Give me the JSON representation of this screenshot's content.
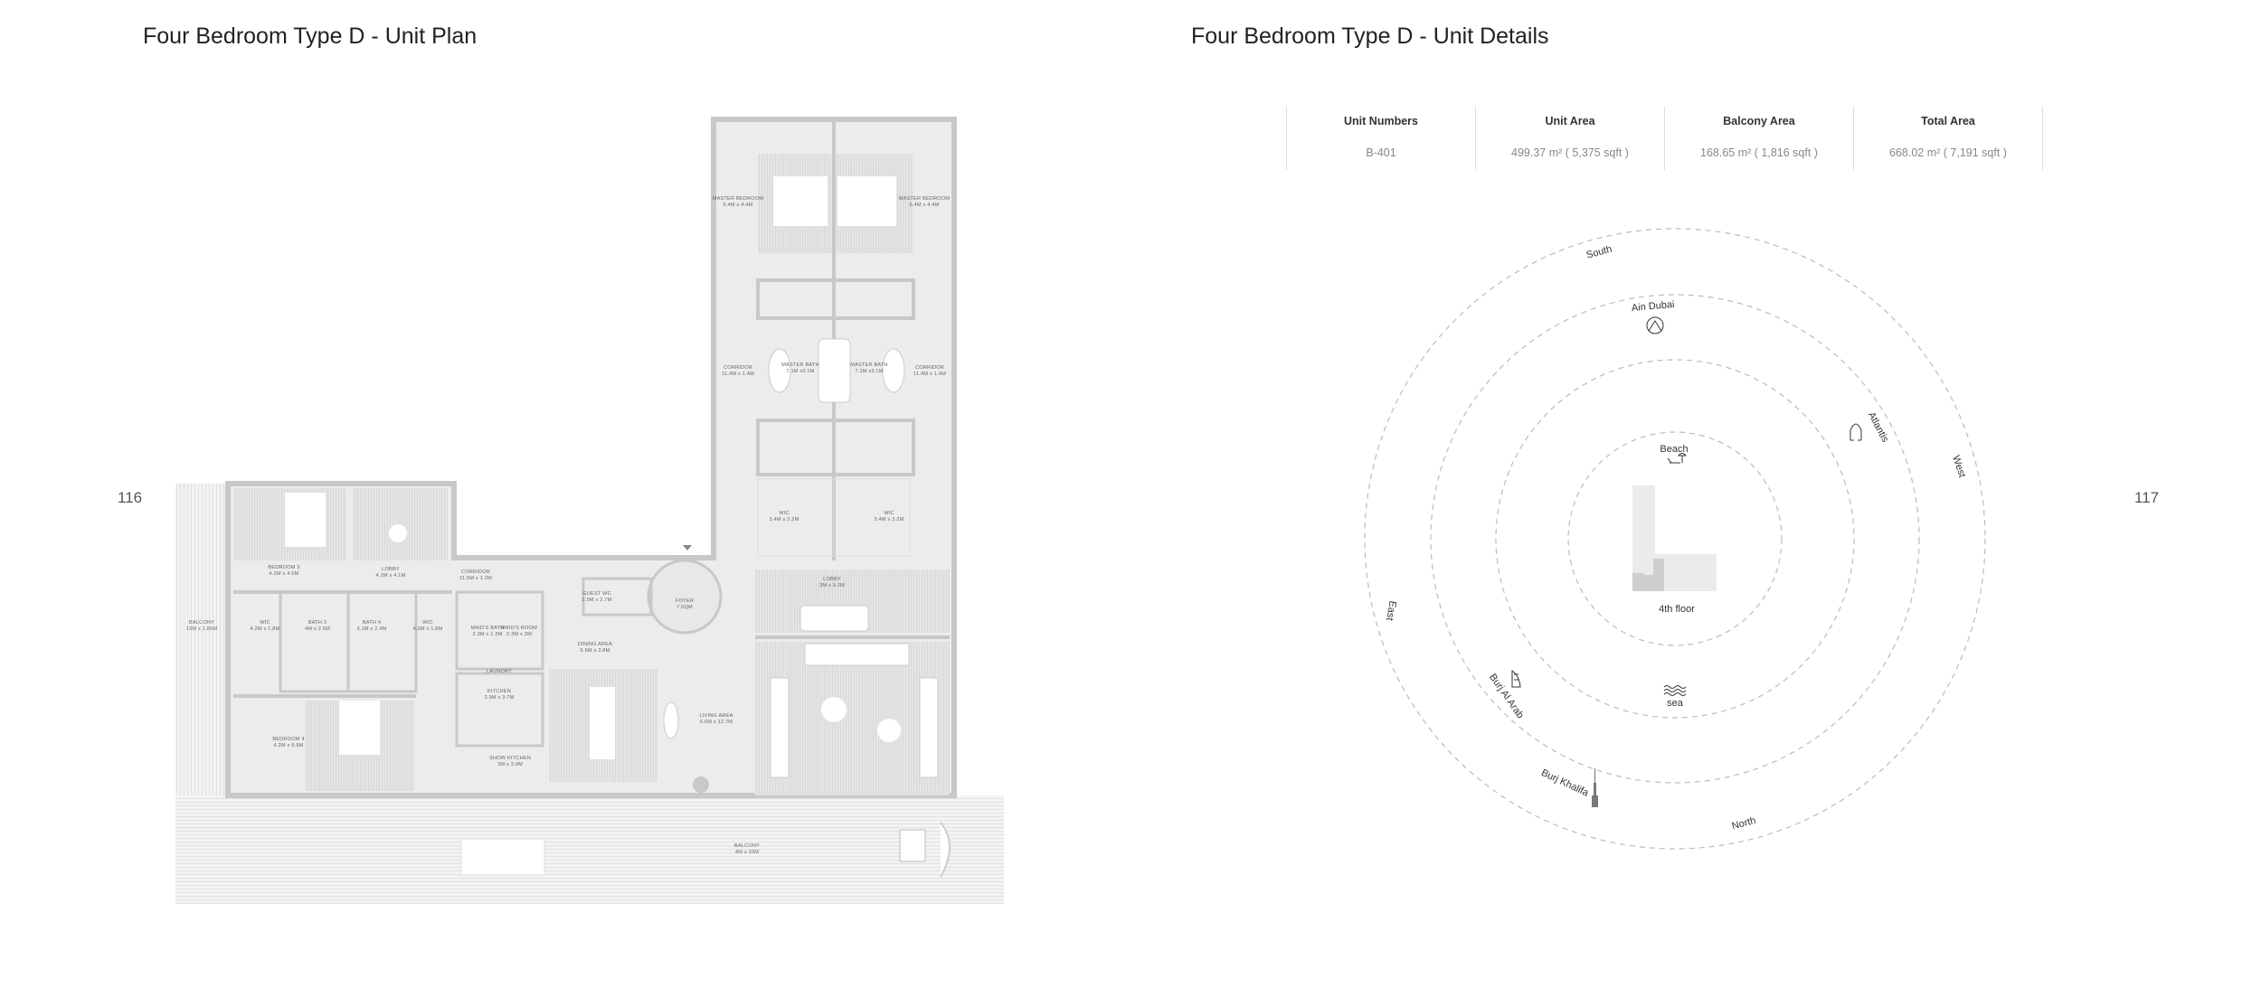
{
  "left_page": {
    "title": "Four Bedroom Type D - Unit Plan",
    "page_number": "116"
  },
  "right_page": {
    "title": "Four Bedroom Type D - Unit Details",
    "page_number": "117"
  },
  "details_table": {
    "headers": [
      "Unit Numbers",
      "Unit Area",
      "Balcony Area",
      "Total Area"
    ],
    "values": [
      "B-401",
      "499.37 m² ( 5,375 sqft )",
      "168.65 m² ( 1,816 sqft )",
      "668.02 m² ( 7,191 sqft )"
    ]
  },
  "rooms": [
    {
      "name": "MASTER BEDROOM",
      "dims": "6.4M x 4.4M"
    },
    {
      "name": "MASTER BEDROOM",
      "dims": "6.4M x 4.4M"
    },
    {
      "name": "CORRIDOR",
      "dims": "11.4M x 1.4M"
    },
    {
      "name": "MASTER BATH",
      "dims": "7.1M x3.1M"
    },
    {
      "name": "MASTER BATH",
      "dims": "7.1M x3.1M"
    },
    {
      "name": "CORRIDOR",
      "dims": "11.4M x 1.4M"
    },
    {
      "name": "WIC",
      "dims": "3.4M x 3.2M"
    },
    {
      "name": "WIC",
      "dims": "3.4M x 3.2M"
    },
    {
      "name": "BEDROOM 3",
      "dims": "4.2M x 4.6M"
    },
    {
      "name": "LOBBY",
      "dims": "4.2M x 4.1M"
    },
    {
      "name": "CORRIDOR",
      "dims": "11.5M x 1.2M"
    },
    {
      "name": "BALCONY",
      "dims": "13M x 1.85M"
    },
    {
      "name": "WIC",
      "dims": "4.2M x 1.8M"
    },
    {
      "name": "BATH 3",
      "dims": "4M x 2.5M"
    },
    {
      "name": "BATH 4",
      "dims": "3.1M x 2.4M"
    },
    {
      "name": "WIC",
      "dims": "4.2M x 1.8M"
    },
    {
      "name": "GUEST WC",
      "dims": "2.5M x 2.7M"
    },
    {
      "name": "FOYER",
      "dims": "7.5QM"
    },
    {
      "name": "LOBBY",
      "dims": "3M x 9.2M"
    },
    {
      "name": "MAID'S BATH",
      "dims": "2.3M x 1.3M"
    },
    {
      "name": "MAID'S ROOM",
      "dims": "2.3M x 2M"
    },
    {
      "name": "DINING AREA",
      "dims": "6.6M x 3.8M"
    },
    {
      "name": "LAUNDRY",
      "dims": ""
    },
    {
      "name": "KITCHEN",
      "dims": "2.9M x 3.7M"
    },
    {
      "name": "BEDROOM 4",
      "dims": "4.2M x 5.9M"
    },
    {
      "name": "SHOW KITCHEN",
      "dims": "3M x 3.9M"
    },
    {
      "name": "LIVING AREA",
      "dims": "6.6M x 12.7M"
    },
    {
      "name": "BALCONY",
      "dims": "4M x 33M"
    }
  ],
  "orientation": {
    "directions": [
      "South",
      "West",
      "North",
      "East"
    ],
    "landmarks": [
      "Ain Dubai",
      "Atlantis",
      "Beach",
      "sea",
      "Burj Al Arab",
      "Burj Khalifa"
    ],
    "floor_label": "4th floor"
  }
}
